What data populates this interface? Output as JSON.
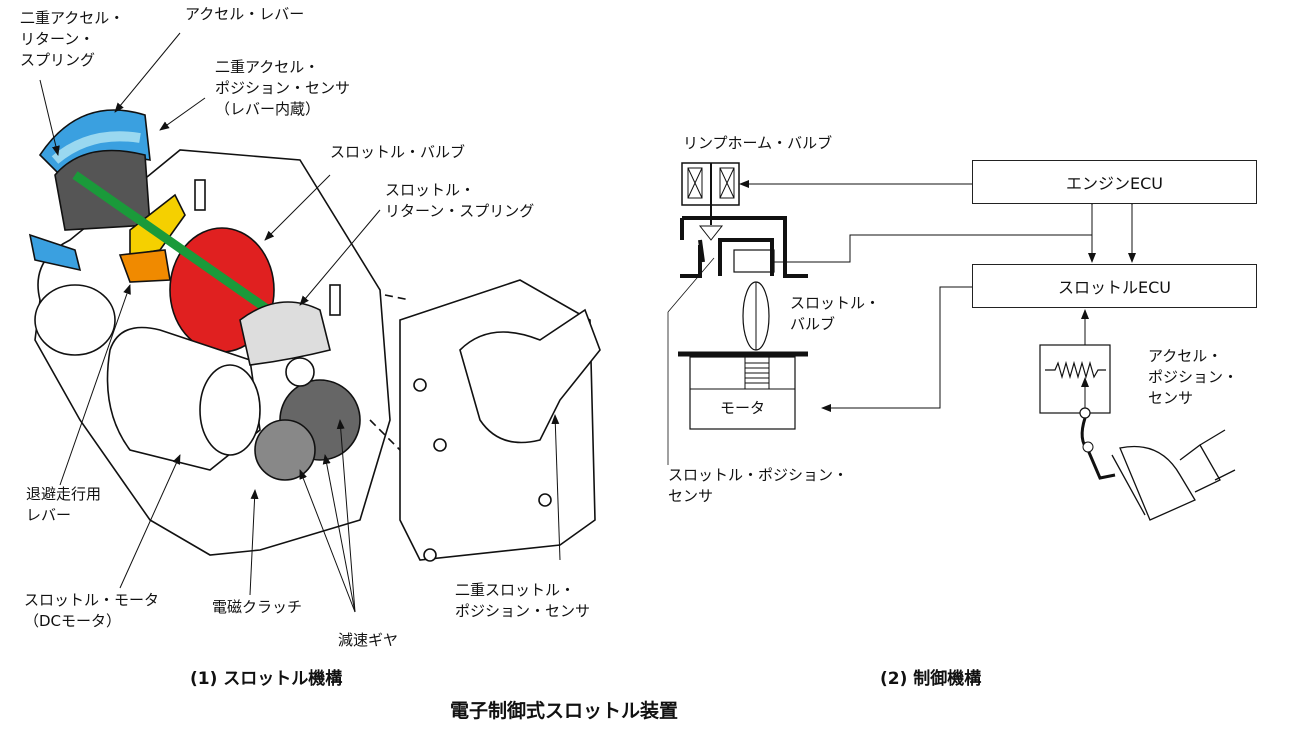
{
  "title": "電子制御式スロットル装置",
  "left": {
    "caption": "(1) スロットル機構",
    "labels": {
      "dual_return_spring": "二重アクセル・\nリターン・\nスプリング",
      "accel_lever": "アクセル・レバー",
      "dual_accel_sensor": "二重アクセル・\nポジション・センサ\n（レバー内蔵）",
      "throttle_valve": "スロットル・バルブ",
      "throttle_return_spring": "スロットル・\nリターン・スプリング",
      "limp_lever": "退避走行用\nレバー",
      "throttle_motor": "スロットル・モータ\n（DCモータ）",
      "clutch": "電磁クラッチ",
      "reduction_gear": "減速ギヤ",
      "dual_throttle_sensor": "二重スロットル・\nポジション・センサ"
    },
    "colors": {
      "spring_cap": "#3aa0e0",
      "shaft": "#1a9a3a",
      "valve": "#e02020",
      "lever": "#f5d000",
      "orange": "#f08a00"
    }
  },
  "right": {
    "caption": "(2) 制御機構",
    "labels": {
      "limp_home_valve": "リンプホーム・バルブ",
      "engine_ecu": "エンジンECU",
      "throttle_ecu": "スロットルECU",
      "throttle_valve": "スロットル・\nバルブ",
      "motor": "モータ",
      "accel_sensor": "アクセル・\nポジション・\nセンサ",
      "throttle_sensor": "スロットル・ポジション・\nセンサ"
    }
  }
}
